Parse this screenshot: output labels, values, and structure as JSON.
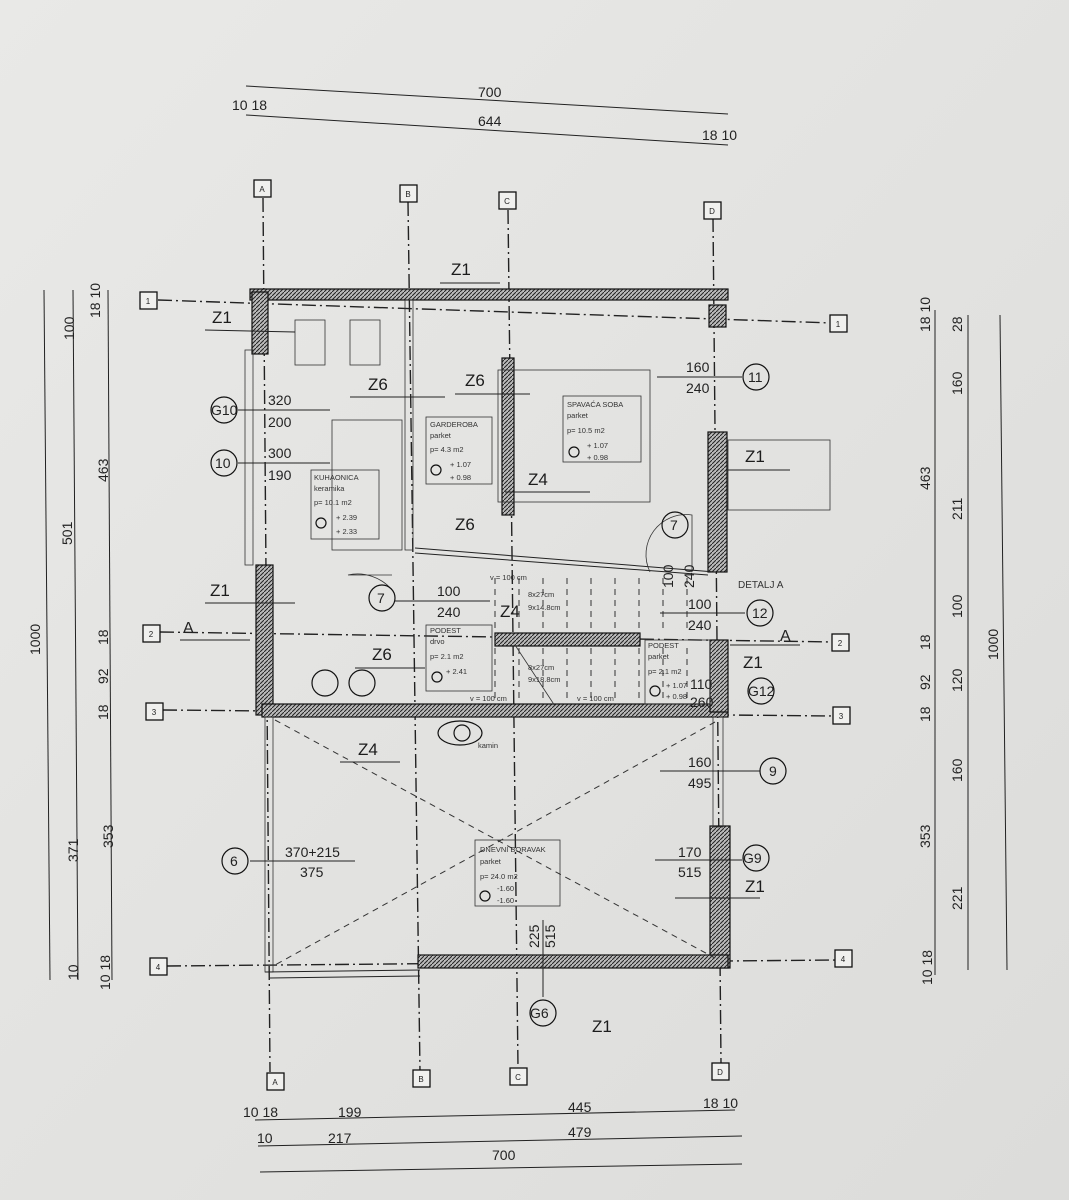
{
  "axes": {
    "columns": [
      "A",
      "B",
      "C",
      "D"
    ],
    "rows": [
      "1",
      "2",
      "3",
      "4"
    ]
  },
  "top_dims": {
    "total": "700",
    "left_offset": "10 18",
    "inner": "644",
    "right_offset": "18 10"
  },
  "bottom_dims": {
    "left_offset": "10 18",
    "seg1": "199",
    "seg2": "445",
    "right_offset": "18 10",
    "l10": "10",
    "seg3": "217",
    "seg4": "479",
    "total": "700"
  },
  "left_dims": {
    "total": "1000",
    "d501": "501",
    "d371": "371",
    "d10": "10",
    "top_off": "18 10",
    "d100": "100",
    "d463": "463",
    "d18a": "18",
    "d92": "92",
    "d18b": "18",
    "d353": "353",
    "bot_off": "10 18"
  },
  "right_dims": {
    "top_off": "18 10",
    "d28": "28",
    "d160a": "160",
    "d463": "463",
    "d211": "211",
    "d100": "100",
    "d18a": "18",
    "d92": "92",
    "d120": "120",
    "d18b": "18",
    "d160b": "160",
    "d353": "353",
    "d221": "221",
    "bot_off": "10 18",
    "total": "1000"
  },
  "rooms": [
    {
      "name": "KUHAONICA",
      "floor": "keramika",
      "area": "p= 10.1 m2",
      "lvl_top": "+ 2.39",
      "lvl_bot": "+ 2.33"
    },
    {
      "name": "GARDEROBA",
      "floor": "parket",
      "area": "p= 4.3 m2",
      "lvl_top": "+ 1.07",
      "lvl_bot": "+ 0.98"
    },
    {
      "name": "SPAVAĆA SOBA",
      "floor": "parket",
      "area": "p= 10.5 m2",
      "lvl_top": "+ 1.07",
      "lvl_bot": "+ 0.98"
    },
    {
      "name": "PODEST",
      "floor": "drvo",
      "area": "p= 2.1 m2",
      "lvl_top": "+ 2.41",
      "lvl_bot": ""
    },
    {
      "name": "PODEST",
      "floor": "parket",
      "area": "p= 2.1 m2",
      "lvl_top": "+ 1.07",
      "lvl_bot": "+ 0.98"
    },
    {
      "name": "DNEVNI BORAVAK",
      "floor": "parket",
      "area": "p= 24.0 m2",
      "lvl_top": "-1.60",
      "lvl_bot": "-1.60"
    }
  ],
  "stairs": {
    "upper": "8x27cm",
    "upper2": "9x14.8cm",
    "lower": "8x27cm",
    "lower2": "9x18.8cm",
    "v1": "v = 100 cm",
    "v2": "v = 100 cm",
    "v3": "v = 100 cm"
  },
  "fireplace": "kamin",
  "wall_tags": {
    "z1": "Z1",
    "z4": "Z4",
    "z6": "Z6"
  },
  "markers": {
    "g10": "G10",
    "m10": "10",
    "m7": "7",
    "m11": "11",
    "m12": "12",
    "m9": "9",
    "m6": "6",
    "g9": "G9",
    "g12": "G12",
    "g6": "G6"
  },
  "openings": {
    "g10": [
      "320",
      "200"
    ],
    "m10": [
      "300",
      "190"
    ],
    "m11": [
      "160",
      "240"
    ],
    "m7l": [
      "100",
      "240"
    ],
    "m7r": [
      "100",
      "240"
    ],
    "m12": [
      "100",
      "240"
    ],
    "g12": [
      "110",
      "260"
    ],
    "m9": [
      "160",
      "495"
    ],
    "m6": [
      "370+215",
      "375"
    ],
    "g9": [
      "170",
      "515"
    ],
    "g6": [
      "225",
      "515"
    ]
  },
  "detail": "DETALJ A",
  "section": "A"
}
